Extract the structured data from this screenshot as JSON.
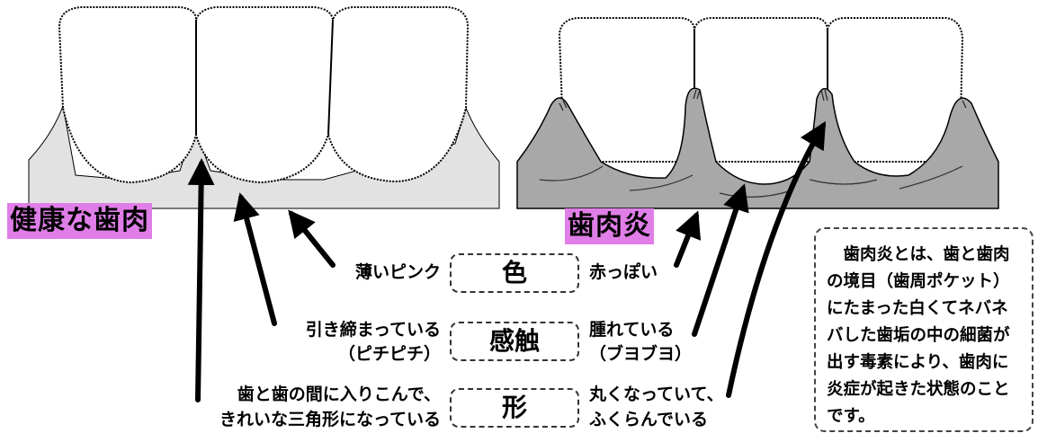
{
  "labels": {
    "healthy": "健康な歯肉",
    "gingivitis": "歯肉炎"
  },
  "categories": [
    "色",
    "感触",
    "形"
  ],
  "healthy_desc": {
    "color": "薄いピンク",
    "texture_line1": "引き締まっている",
    "texture_line2": "（ピチピチ）",
    "shape_line1": "歯と歯の間に入りこんで、",
    "shape_line2": "きれいな三角形になっている"
  },
  "gingivitis_desc": {
    "color": "赤っぽい",
    "texture_line1": "腫れている",
    "texture_line2": "（ブヨブヨ）",
    "shape_line1": "丸くなっていて、",
    "shape_line2": "ふくらんでいる"
  },
  "note": "歯肉炎とは、歯と歯肉の境目（歯周ポケット）にたまった白くてネバネバした歯垢の中の細菌が出す毒素により、歯肉に炎症が起きた状態のことです。",
  "colors": {
    "healthy_gum": "#e2e2e2",
    "inflamed_gum": "#a8a8a8",
    "label_bg": "#e07ee8"
  }
}
